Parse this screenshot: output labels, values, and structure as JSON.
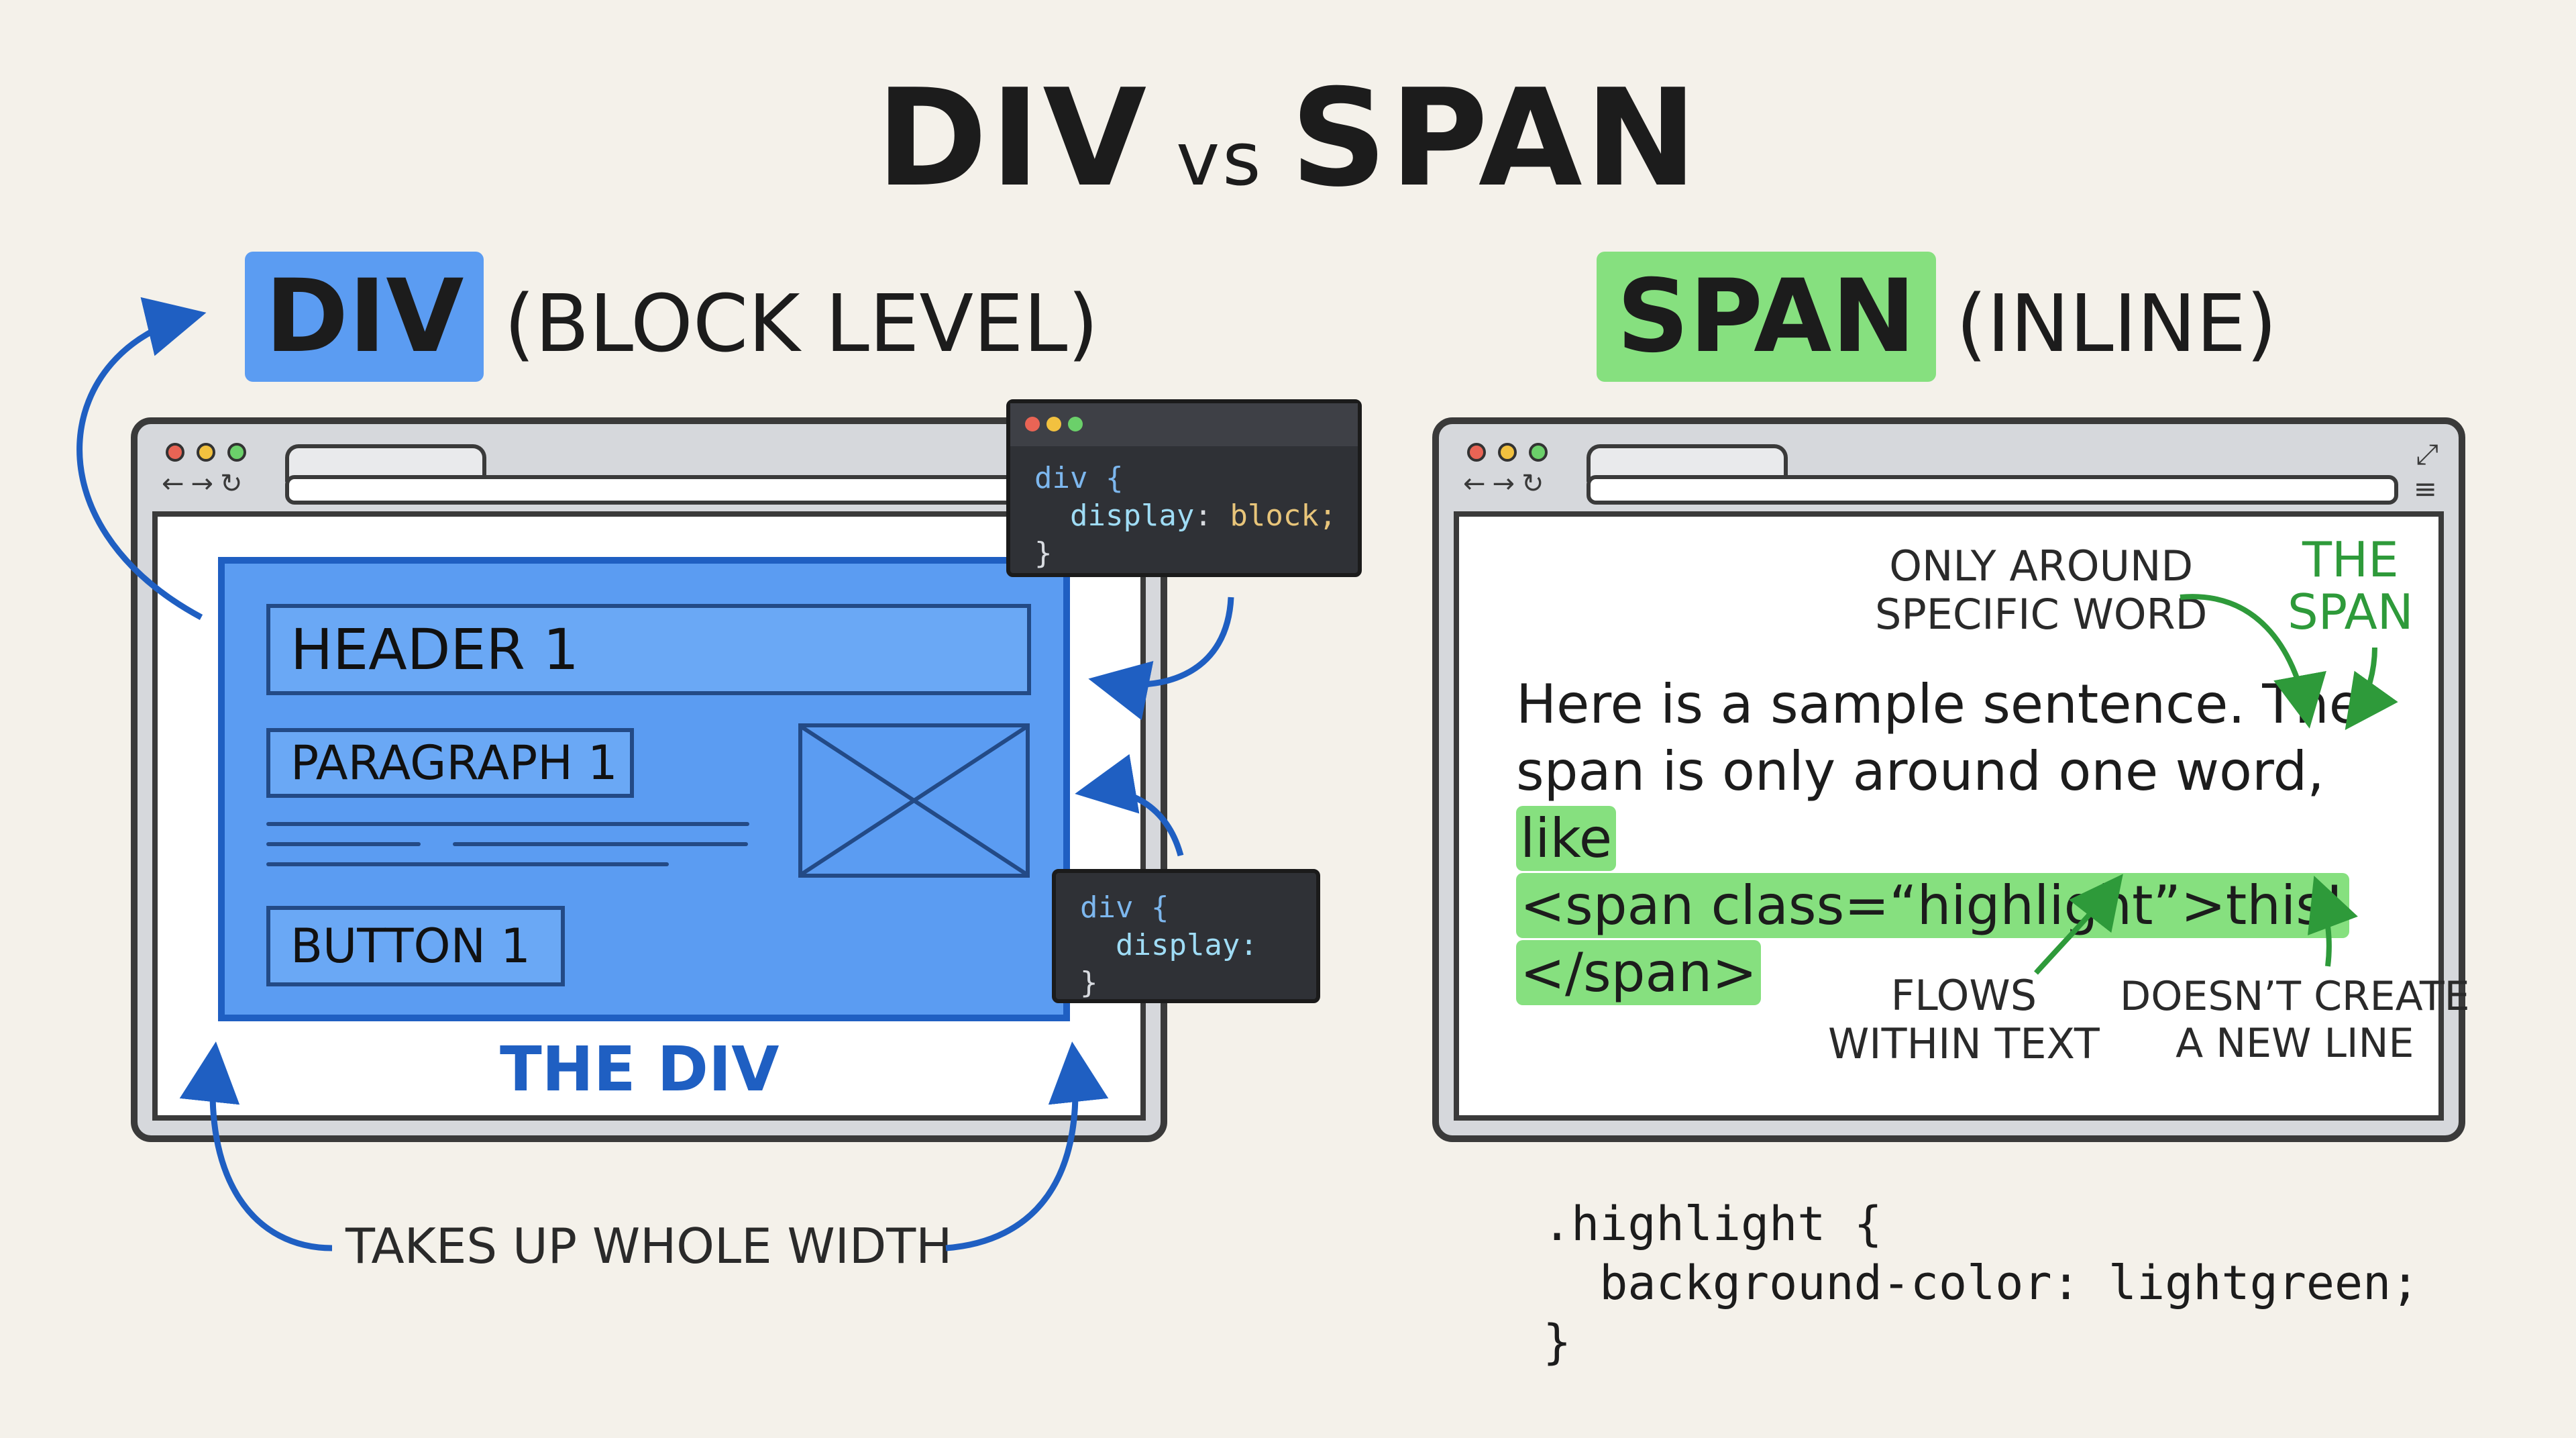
{
  "title": {
    "left": "DIV",
    "vs": "vs",
    "right": "SPAN"
  },
  "div_section": {
    "heading": "DIV",
    "subheading": "(BLOCK LEVEL)",
    "header_label": "HEADER 1",
    "paragraph_label": "PARAGRAPH 1",
    "button_label": "BUTTON 1",
    "caption": "THE DIV",
    "width_note": "TAKES UP WHOLE WIDTH",
    "code_top": {
      "selector": "div {",
      "property": "display",
      "value": "block;",
      "close": "}"
    },
    "code_bottom": {
      "selector": "div {",
      "property": "display:",
      "close": "}"
    }
  },
  "span_section": {
    "heading": "SPAN",
    "subheading": "(INLINE)",
    "note_around_1": "ONLY AROUND",
    "note_around_2": "SPECIFIC WORD",
    "note_span_1": "THE",
    "note_span_2": "SPAN",
    "sentence_plain": "Here is a sample sentence. The span is only around one word, ",
    "sentence_highlight_1": "like",
    "sentence_highlight_2": "<span class=“highlight”>this!",
    "sentence_highlight_3": "</span>",
    "note_flows_1": "FLOWS",
    "note_flows_2": "WITHIN TEXT",
    "note_newline_1": "DOESN’T CREATE",
    "note_newline_2": "A NEW LINE",
    "css": {
      "line1": ".highlight {",
      "line2": "  background-color: lightgreen;",
      "line3": "}"
    }
  },
  "colors": {
    "div_accent": "#5b9cf2",
    "div_border": "#1f5fc2",
    "span_accent": "#86e07f",
    "span_text": "#2e9a3a",
    "background": "#f4f1ea"
  },
  "icons": [
    "back-arrow-icon",
    "forward-arrow-icon",
    "reload-icon",
    "expand-icon",
    "menu-icon"
  ]
}
